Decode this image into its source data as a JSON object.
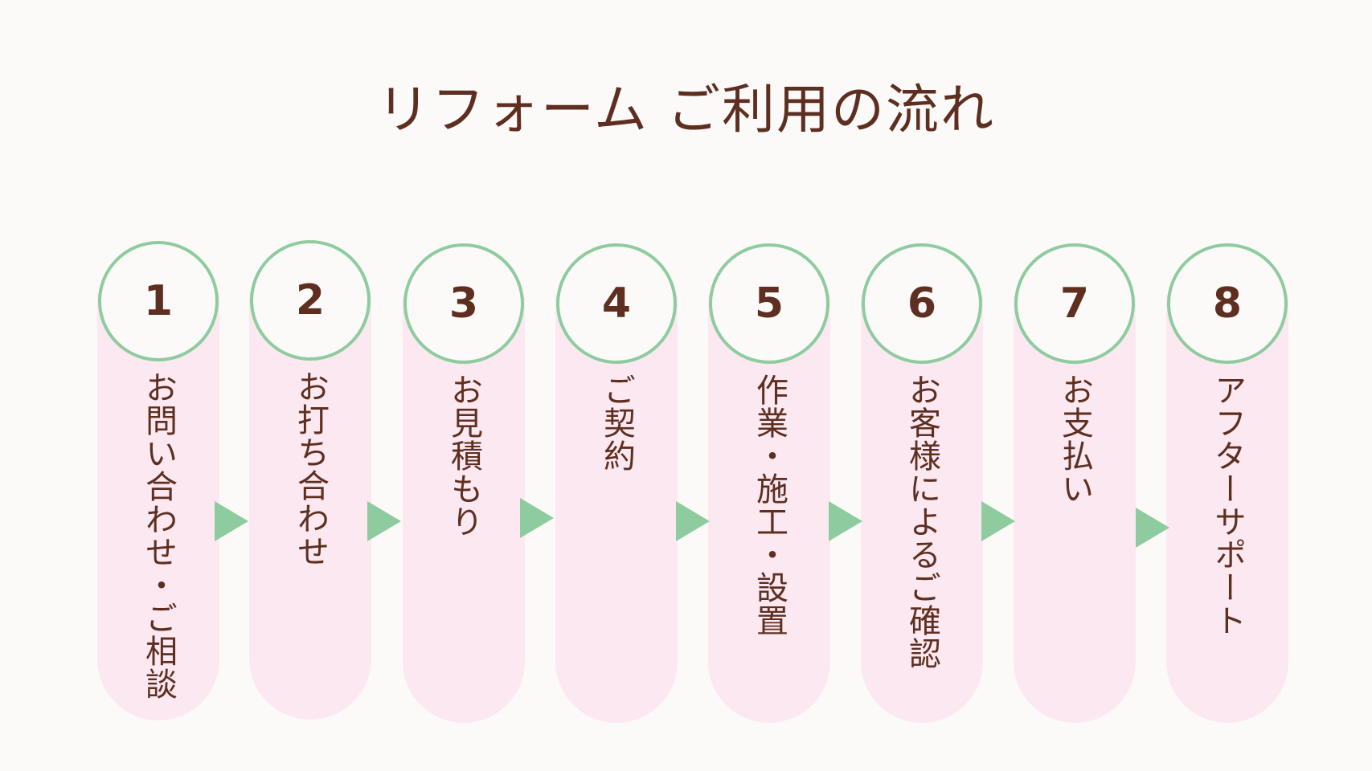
{
  "title": "リフォーム ご利用の流れ",
  "colors": {
    "background": "#fcfaf8",
    "text": "#5e2f20",
    "accent_green": "#8ecc9f",
    "pill_pink": "#fbe8f1"
  },
  "steps": [
    {
      "number": "1",
      "label": "お問い合わせ・ご相談"
    },
    {
      "number": "2",
      "label": "お打ち合わせ"
    },
    {
      "number": "3",
      "label": "お見積もり"
    },
    {
      "number": "4",
      "label": "ご契約"
    },
    {
      "number": "5",
      "label": "作業・施工・設置"
    },
    {
      "number": "6",
      "label": "お客様によるご確認"
    },
    {
      "number": "7",
      "label": "お支払い"
    },
    {
      "number": "8",
      "label": "アフターサポート"
    }
  ]
}
